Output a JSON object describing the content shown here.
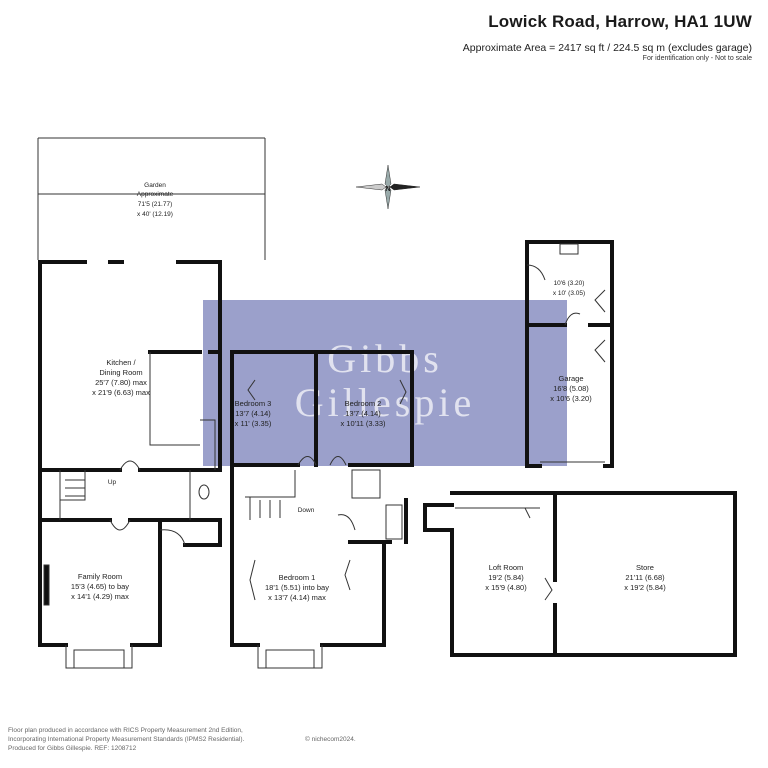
{
  "header": {
    "title": "Lowick Road, Harrow, HA1 1UW",
    "area": "Approximate Area = 2417 sq ft / 224.5 sq m (excludes garage)",
    "note": "For identification only - Not to scale"
  },
  "compass": {
    "letter": "N",
    "icon": "compass-icon"
  },
  "watermark": {
    "line1": "Gibbs",
    "line2": "Gillespie",
    "color": "#8a8fc2"
  },
  "rooms": {
    "garden": {
      "name": "Garden",
      "sub": "Approximate",
      "dim1": "71'5 (21.77)",
      "dim2": "x 40' (12.19)"
    },
    "kitchen": {
      "name": "Kitchen /",
      "name2": "Dining Room",
      "dim1": "25'7 (7.80) max",
      "dim2": "x 21'9 (6.63) max"
    },
    "family": {
      "name": "Family Room",
      "dim1": "15'3 (4.65) to bay",
      "dim2": "x 14'1 (4.29) max"
    },
    "bedroom3": {
      "name": "Bedroom 3",
      "dim1": "13'7 (4.14)",
      "dim2": "x 11' (3.35)"
    },
    "bedroom2": {
      "name": "Bedroom 2",
      "dim1": "13'7 (4.14)",
      "dim2": "x 10'11 (3.33)"
    },
    "bedroom1": {
      "name": "Bedroom 1",
      "dim1": "18'1 (5.51) into bay",
      "dim2": "x 13'7 (4.14) max"
    },
    "utility": {
      "dim1": "10'6 (3.20)",
      "dim2": "x 10' (3.05)"
    },
    "garage": {
      "name": "Garage",
      "dim1": "16'8 (5.08)",
      "dim2": "x 10'6 (3.20)"
    },
    "loft": {
      "name": "Loft Room",
      "dim1": "19'2 (5.84)",
      "dim2": "x 15'9 (4.80)"
    },
    "store": {
      "name": "Store",
      "dim1": "21'11 (6.68)",
      "dim2": "x 19'2 (5.84)"
    }
  },
  "stairs": {
    "up": "Up",
    "down": "Down"
  },
  "footer": {
    "line1": "Floor plan produced in accordance with RICS Property Measurement 2nd Edition,",
    "line2": "Incorporating International Property Measurement Standards (IPMS2 Residential).",
    "line3": "Produced for Gibbs Gillespie.   REF:  1208712",
    "copyright": "© nichecom2024."
  }
}
